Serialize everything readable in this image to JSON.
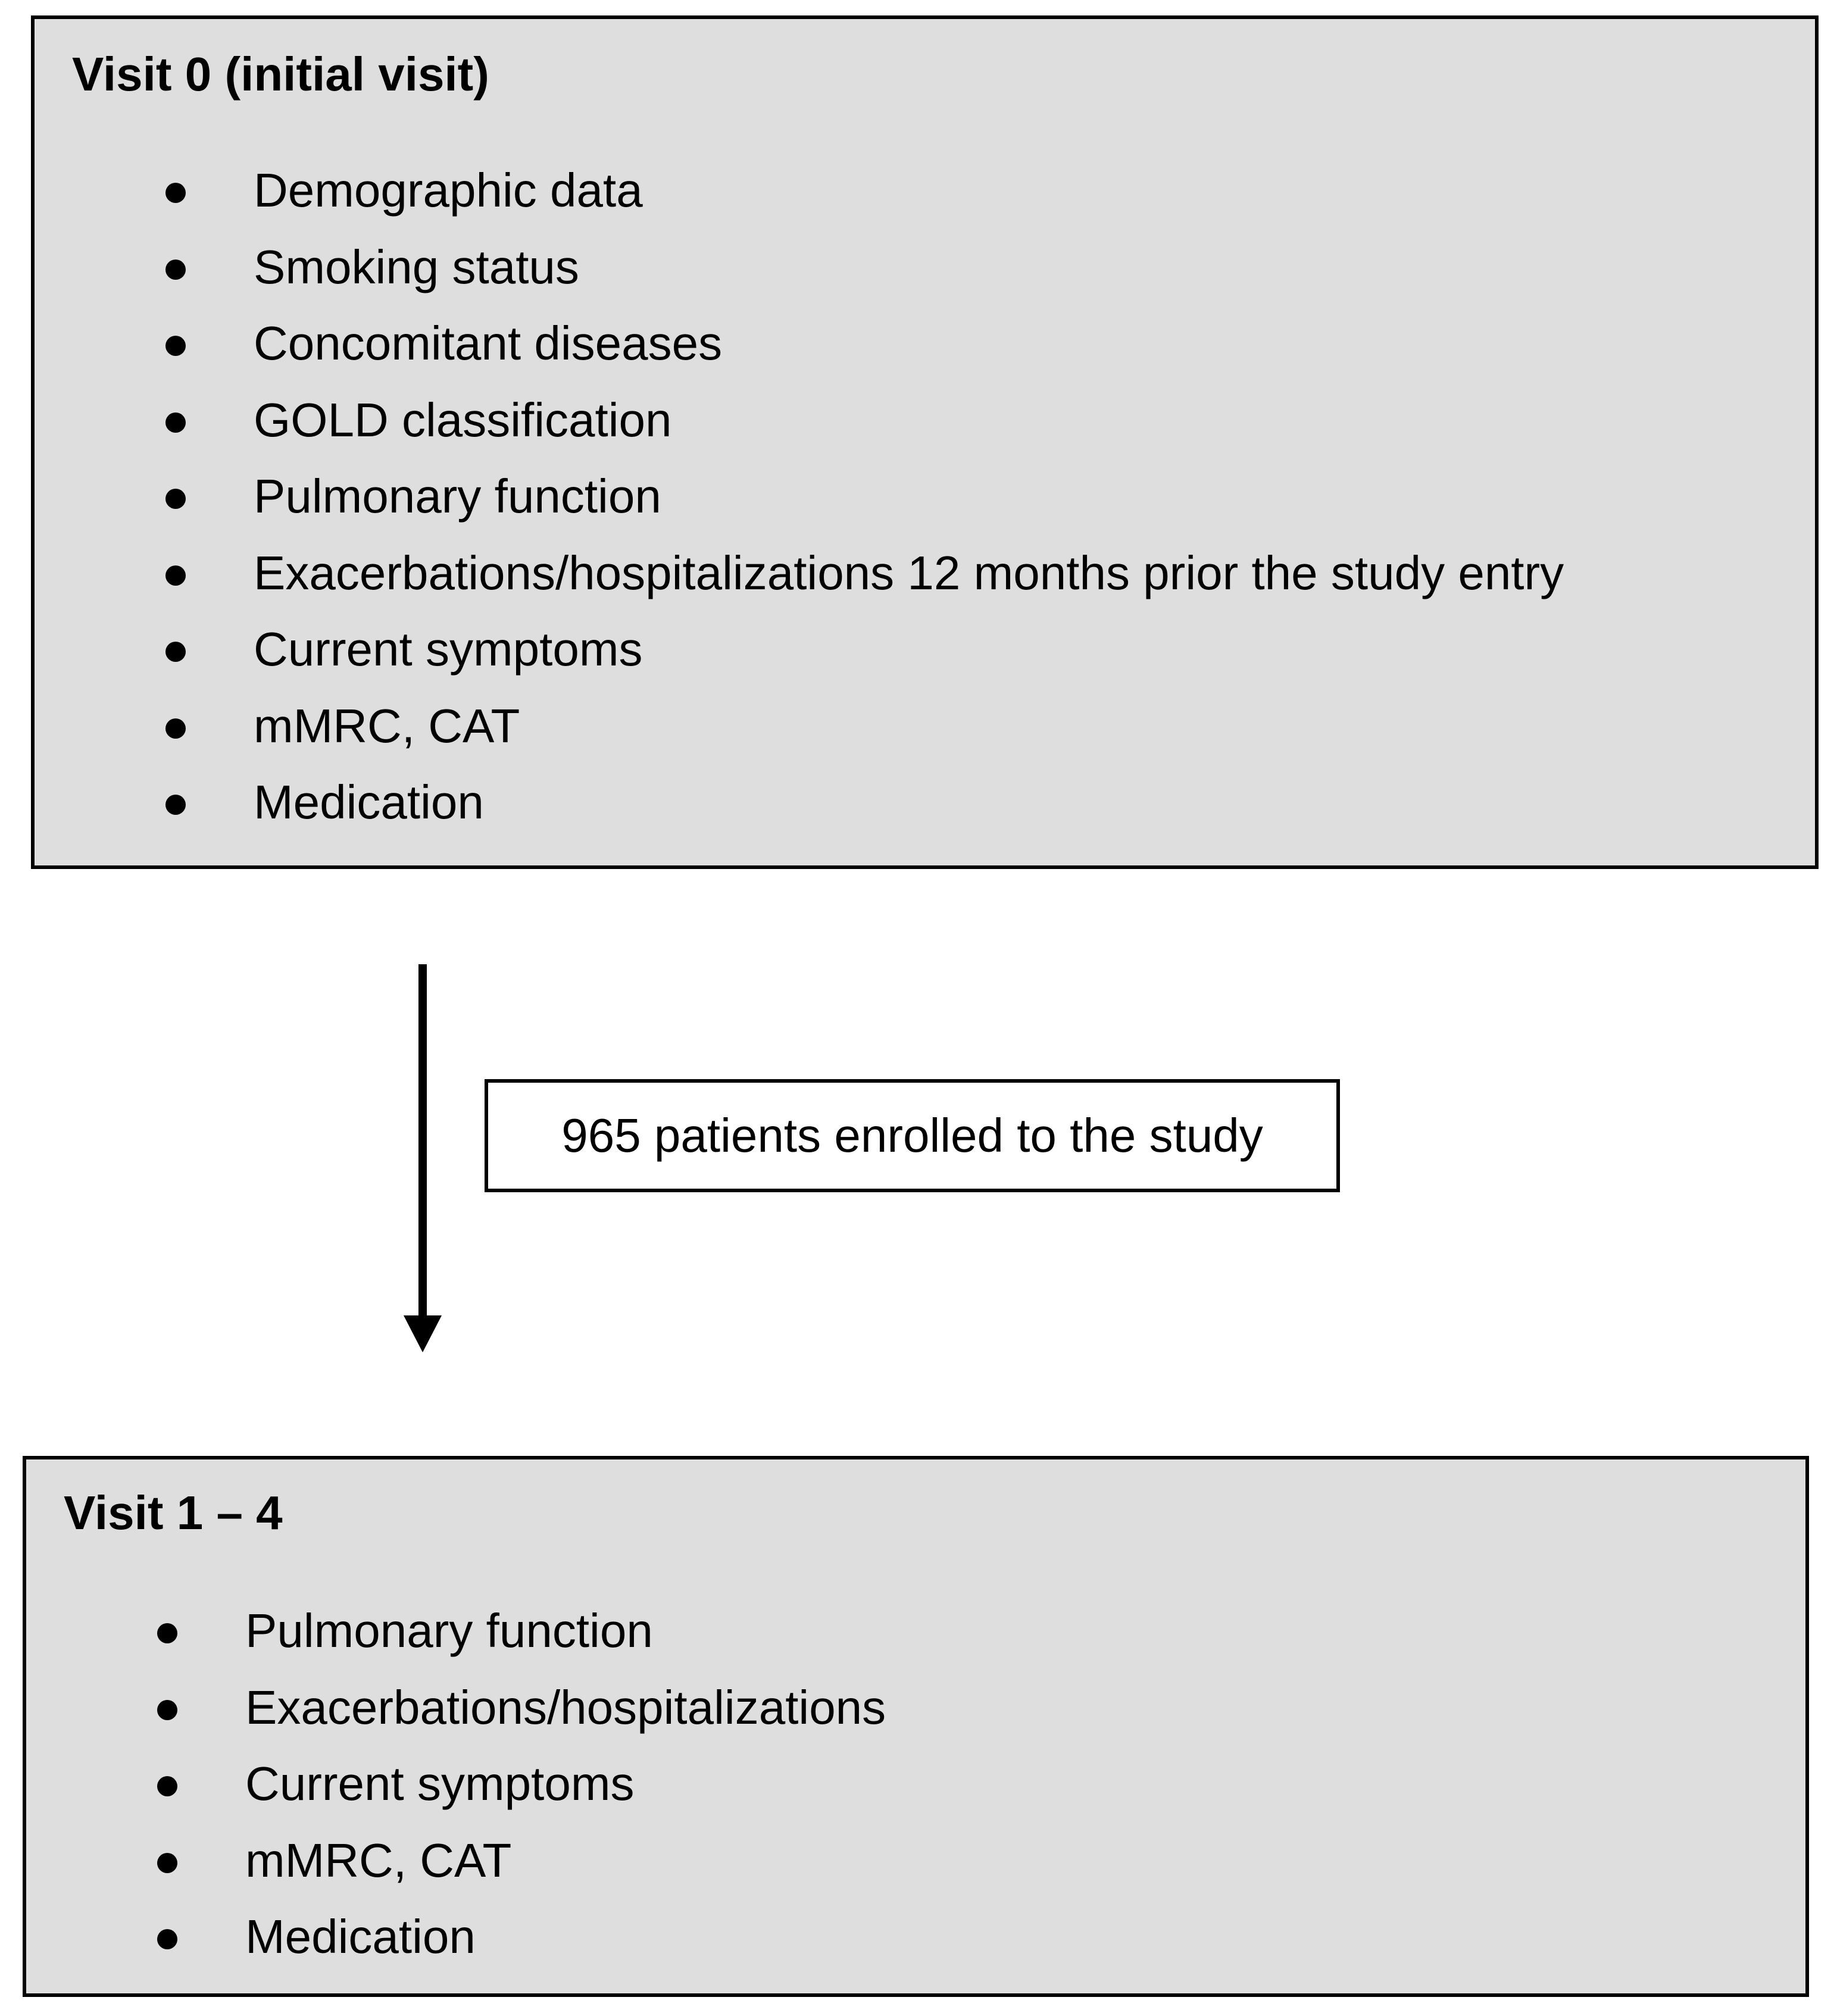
{
  "visit0": {
    "title": "Visit 0 (initial visit)",
    "items": [
      "Demographic data",
      "Smoking status",
      "Concomitant diseases",
      "GOLD classification",
      "Pulmonary function",
      "Exacerbations/hospitalizations 12 months prior the study entry",
      "Current symptoms",
      "mMRC, CAT",
      "Medication"
    ]
  },
  "enrollment": {
    "label": "965 patients enrolled to the study"
  },
  "visit14": {
    "title": "Visit 1 – 4",
    "items": [
      "Pulmonary function",
      "Exacerbations/hospitalizations",
      "Current symptoms",
      "mMRC, CAT",
      "Medication"
    ]
  },
  "colors": {
    "panel_fill": "#dedede",
    "border": "#000000",
    "background": "#ffffff"
  }
}
